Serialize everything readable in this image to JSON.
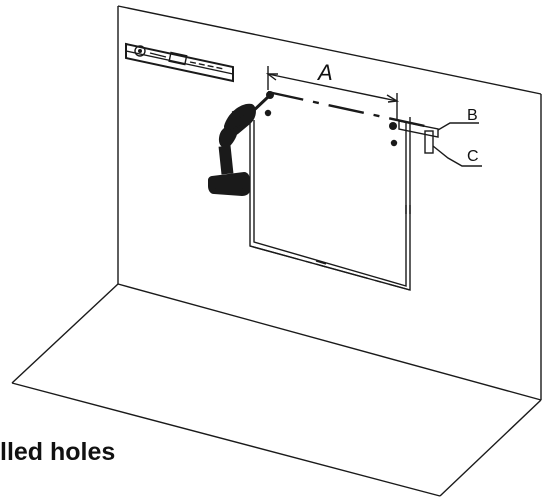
{
  "labels": {
    "dimension_a": "A",
    "callout_b": "B",
    "callout_c": "C"
  },
  "caption": "lled holes",
  "colors": {
    "line": "#1a1a1a",
    "background": "#ffffff"
  }
}
